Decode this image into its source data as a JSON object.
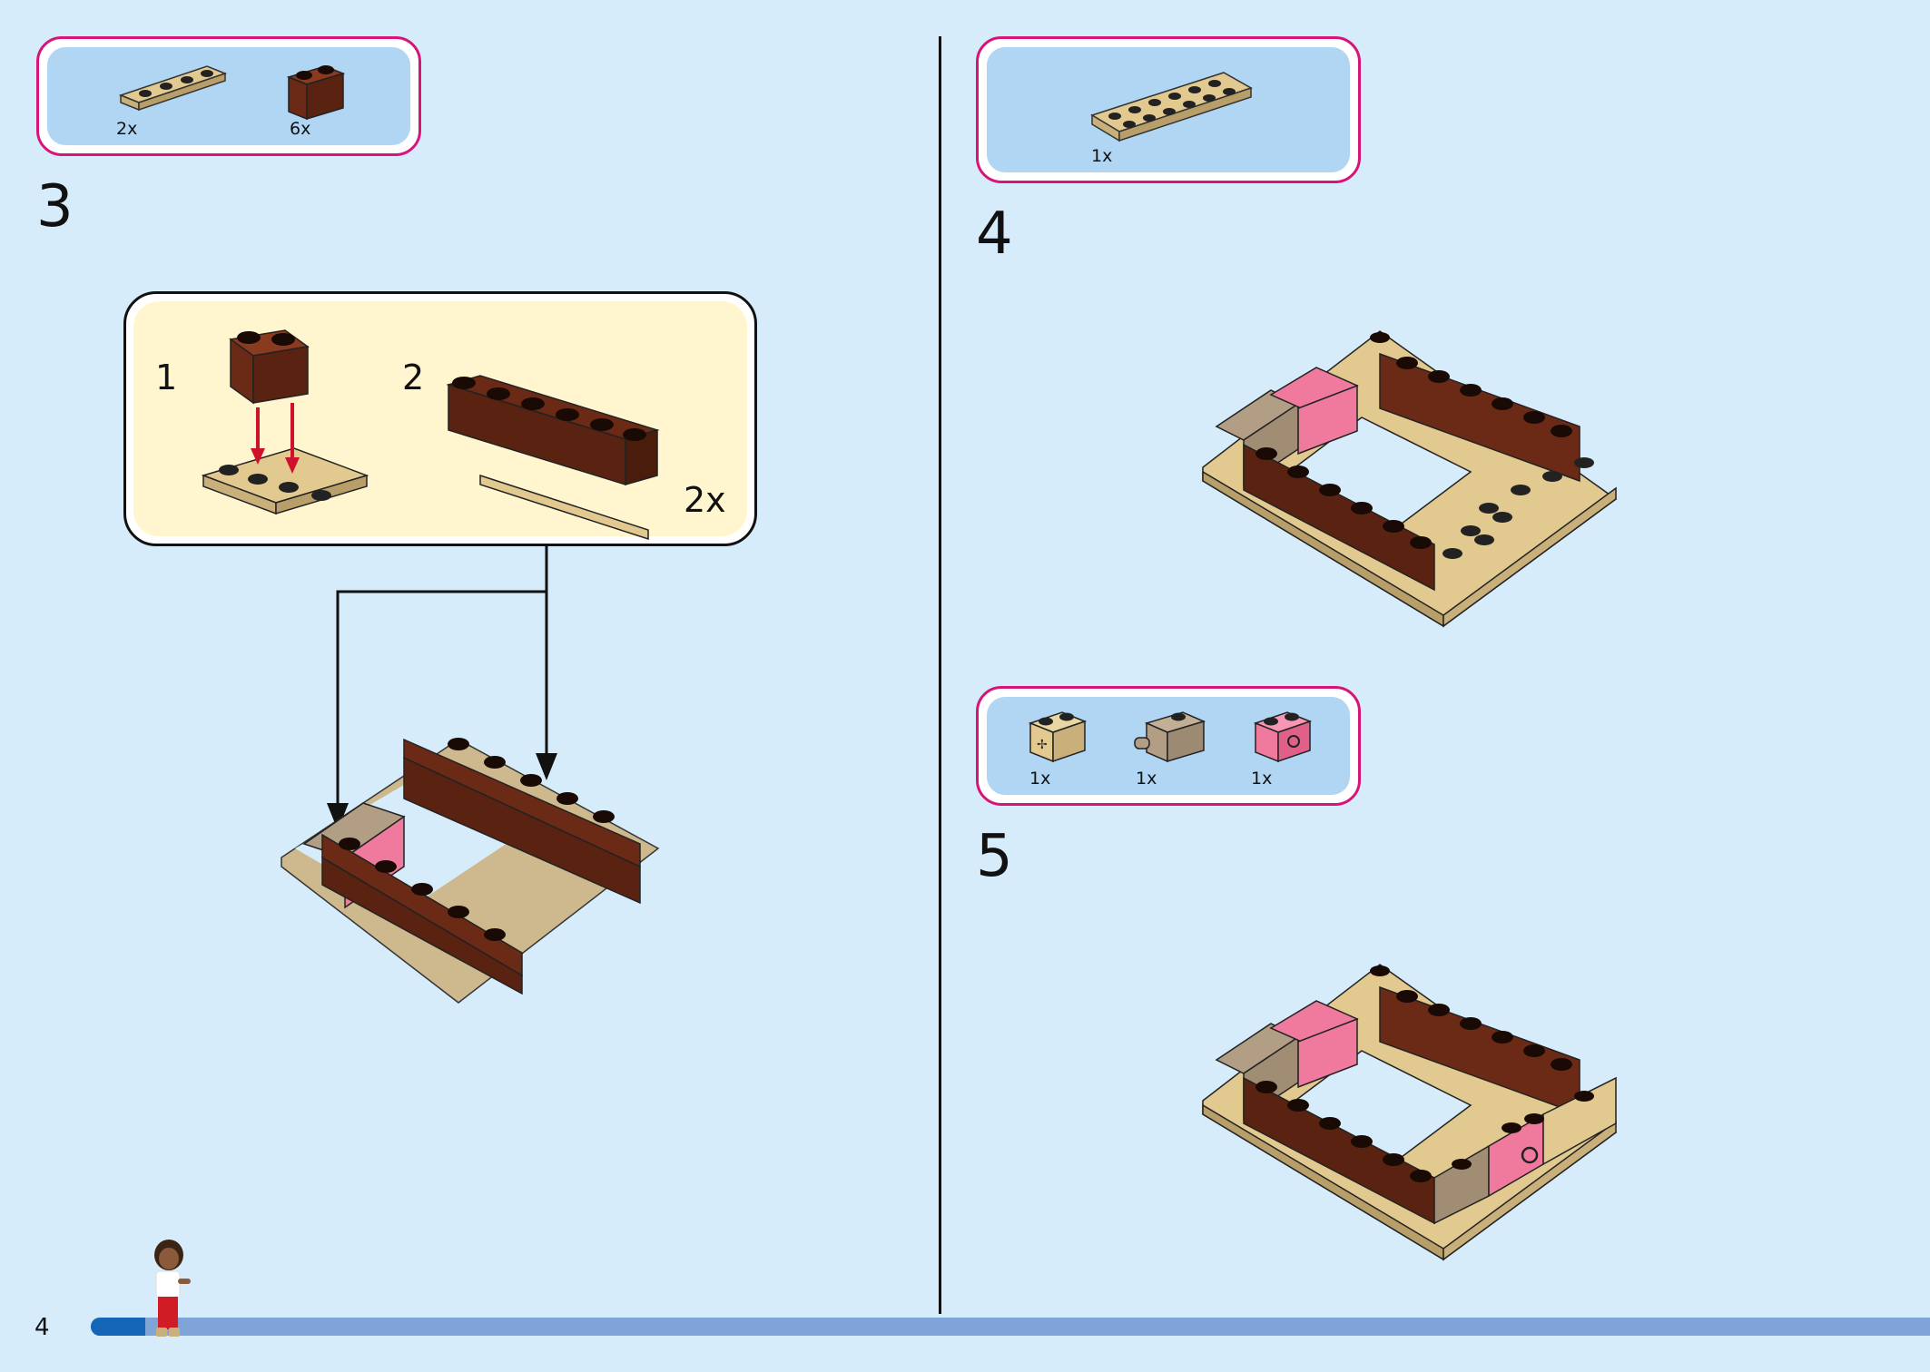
{
  "page_number": "4",
  "progress_fraction": 0.0295,
  "colors": {
    "background": "#d6ecfa",
    "parts_border": "#d8137a",
    "parts_fill": "#b0d6f3",
    "submodel_fill": "#fff6cf",
    "tan": "#e1c98f",
    "reddish_brown": "#6b2a15",
    "dark_tan": "#b19e85",
    "pink": "#f07a9e",
    "arrow_red": "#d0112b",
    "progress": "#1565b8",
    "progress_track": "#7fa4d8"
  },
  "steps": [
    {
      "number": "3",
      "parts": [
        {
          "icon": "tan-plate-1x4-icon",
          "qty": "2x"
        },
        {
          "icon": "brown-brick-1x2-icon",
          "qty": "6x"
        }
      ],
      "submodel": {
        "substeps": [
          "1",
          "2"
        ],
        "multiplier": "2x"
      }
    },
    {
      "number": "4",
      "parts": [
        {
          "icon": "tan-plate-2x6-icon",
          "qty": "1x"
        }
      ]
    },
    {
      "number": "5",
      "parts": [
        {
          "icon": "tan-technic-brick-icon",
          "qty": "1x"
        },
        {
          "icon": "dark-tan-clip-brick-icon",
          "qty": "1x"
        },
        {
          "icon": "pink-technic-brick-icon",
          "qty": "1x"
        }
      ]
    }
  ]
}
